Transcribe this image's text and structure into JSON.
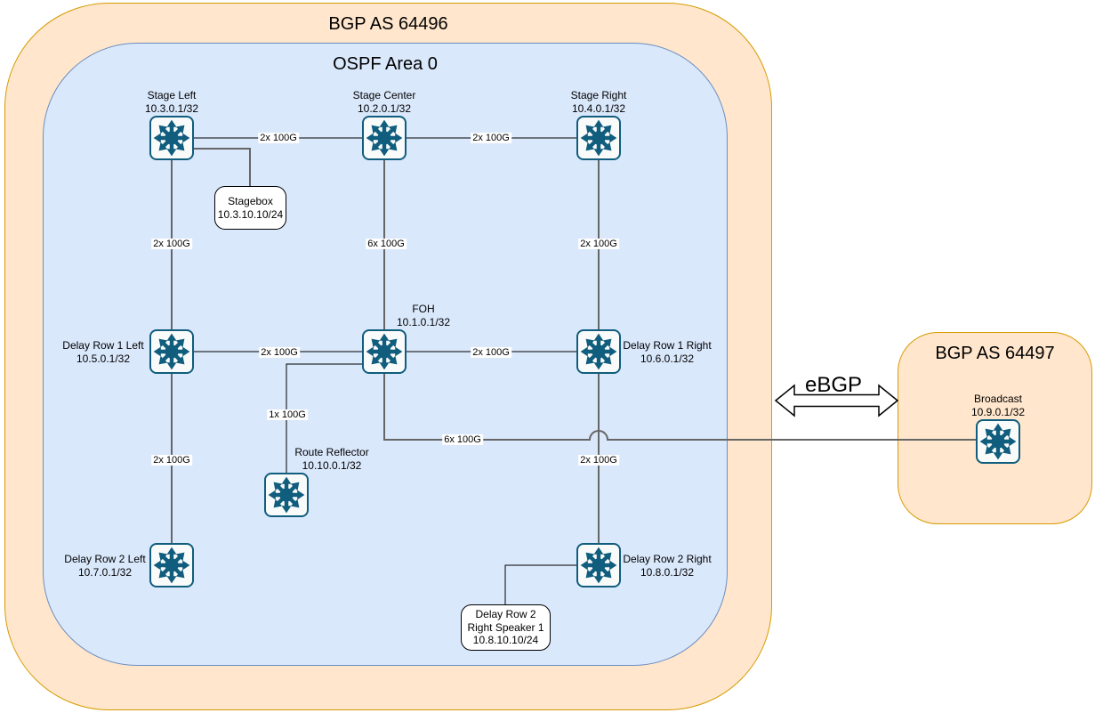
{
  "diagram": {
    "outer_as": {
      "title": "BGP AS 64496"
    },
    "ospf_area": {
      "title": "OSPF Area 0"
    },
    "right_as": {
      "title": "BGP AS 64497"
    },
    "ebgp": {
      "label": "eBGP"
    }
  },
  "colors": {
    "as_fill": "#FFE6CC",
    "as_border": "#D79B00",
    "area_fill": "#DAE8FC",
    "area_border": "#6C8EBF",
    "router": "#105D7D",
    "link_primary_gray": "#666666",
    "link_secondary_black": "#000000"
  },
  "nodes": [
    {
      "id": "stage-left",
      "label": "Stage Left",
      "ip": "10.3.0.1/32"
    },
    {
      "id": "stage-center",
      "label": "Stage Center",
      "ip": "10.2.0.1/32"
    },
    {
      "id": "stage-right",
      "label": "Stage Right",
      "ip": "10.4.0.1/32"
    },
    {
      "id": "delay-row-1-left",
      "label": "Delay Row 1 Left",
      "ip": "10.5.0.1/32"
    },
    {
      "id": "foh",
      "label": "FOH",
      "ip": "10.1.0.1/32"
    },
    {
      "id": "delay-row-1-right",
      "label": "Delay Row 1 Right",
      "ip": "10.6.0.1/32"
    },
    {
      "id": "route-reflector",
      "label": "Route Reflector",
      "ip": "10.10.0.1/32"
    },
    {
      "id": "delay-row-2-left",
      "label": "Delay Row 2 Left",
      "ip": "10.7.0.1/32"
    },
    {
      "id": "delay-row-2-right",
      "label": "Delay Row 2 Right",
      "ip": "10.8.0.1/32"
    },
    {
      "id": "broadcast",
      "label": "Broadcast",
      "ip": "10.9.0.1/32"
    }
  ],
  "hosts": [
    {
      "id": "stagebox",
      "lines": [
        "Stagebox",
        "10.3.10.10/24"
      ]
    },
    {
      "id": "delay-row-2-right-speaker-1",
      "lines": [
        "Delay Row 2",
        "Right Speaker 1",
        "10.8.10.10/24"
      ]
    }
  ],
  "links": [
    {
      "from": "Stage Left",
      "to": "Stage Center",
      "label": "2x 100G"
    },
    {
      "from": "Stage Center",
      "to": "Stage Right",
      "label": "2x 100G"
    },
    {
      "from": "Stage Left",
      "to": "Delay Row 1 Left",
      "label": "2x 100G"
    },
    {
      "from": "Stage Center",
      "to": "FOH",
      "label": "6x 100G"
    },
    {
      "from": "Stage Right",
      "to": "Delay Row 1 Right",
      "label": "2x 100G"
    },
    {
      "from": "Delay Row 1 Left",
      "to": "FOH",
      "label": "2x 100G"
    },
    {
      "from": "FOH",
      "to": "Delay Row 1 Right",
      "label": "2x 100G"
    },
    {
      "from": "FOH",
      "to": "Route Reflector",
      "label": "1x 100G"
    },
    {
      "from": "Delay Row 1 Left",
      "to": "Delay Row 2 Left",
      "label": "2x 100G"
    },
    {
      "from": "Delay Row 1 Right",
      "to": "Delay Row 2 Right",
      "label": "2x 100G"
    },
    {
      "from": "FOH",
      "to": "Broadcast",
      "label": "6x 100G"
    },
    {
      "from": "Stage Left",
      "to": "Stagebox",
      "label": ""
    },
    {
      "from": "Delay Row 2 Right",
      "to": "Delay Row 2 Right Speaker 1",
      "label": ""
    }
  ]
}
